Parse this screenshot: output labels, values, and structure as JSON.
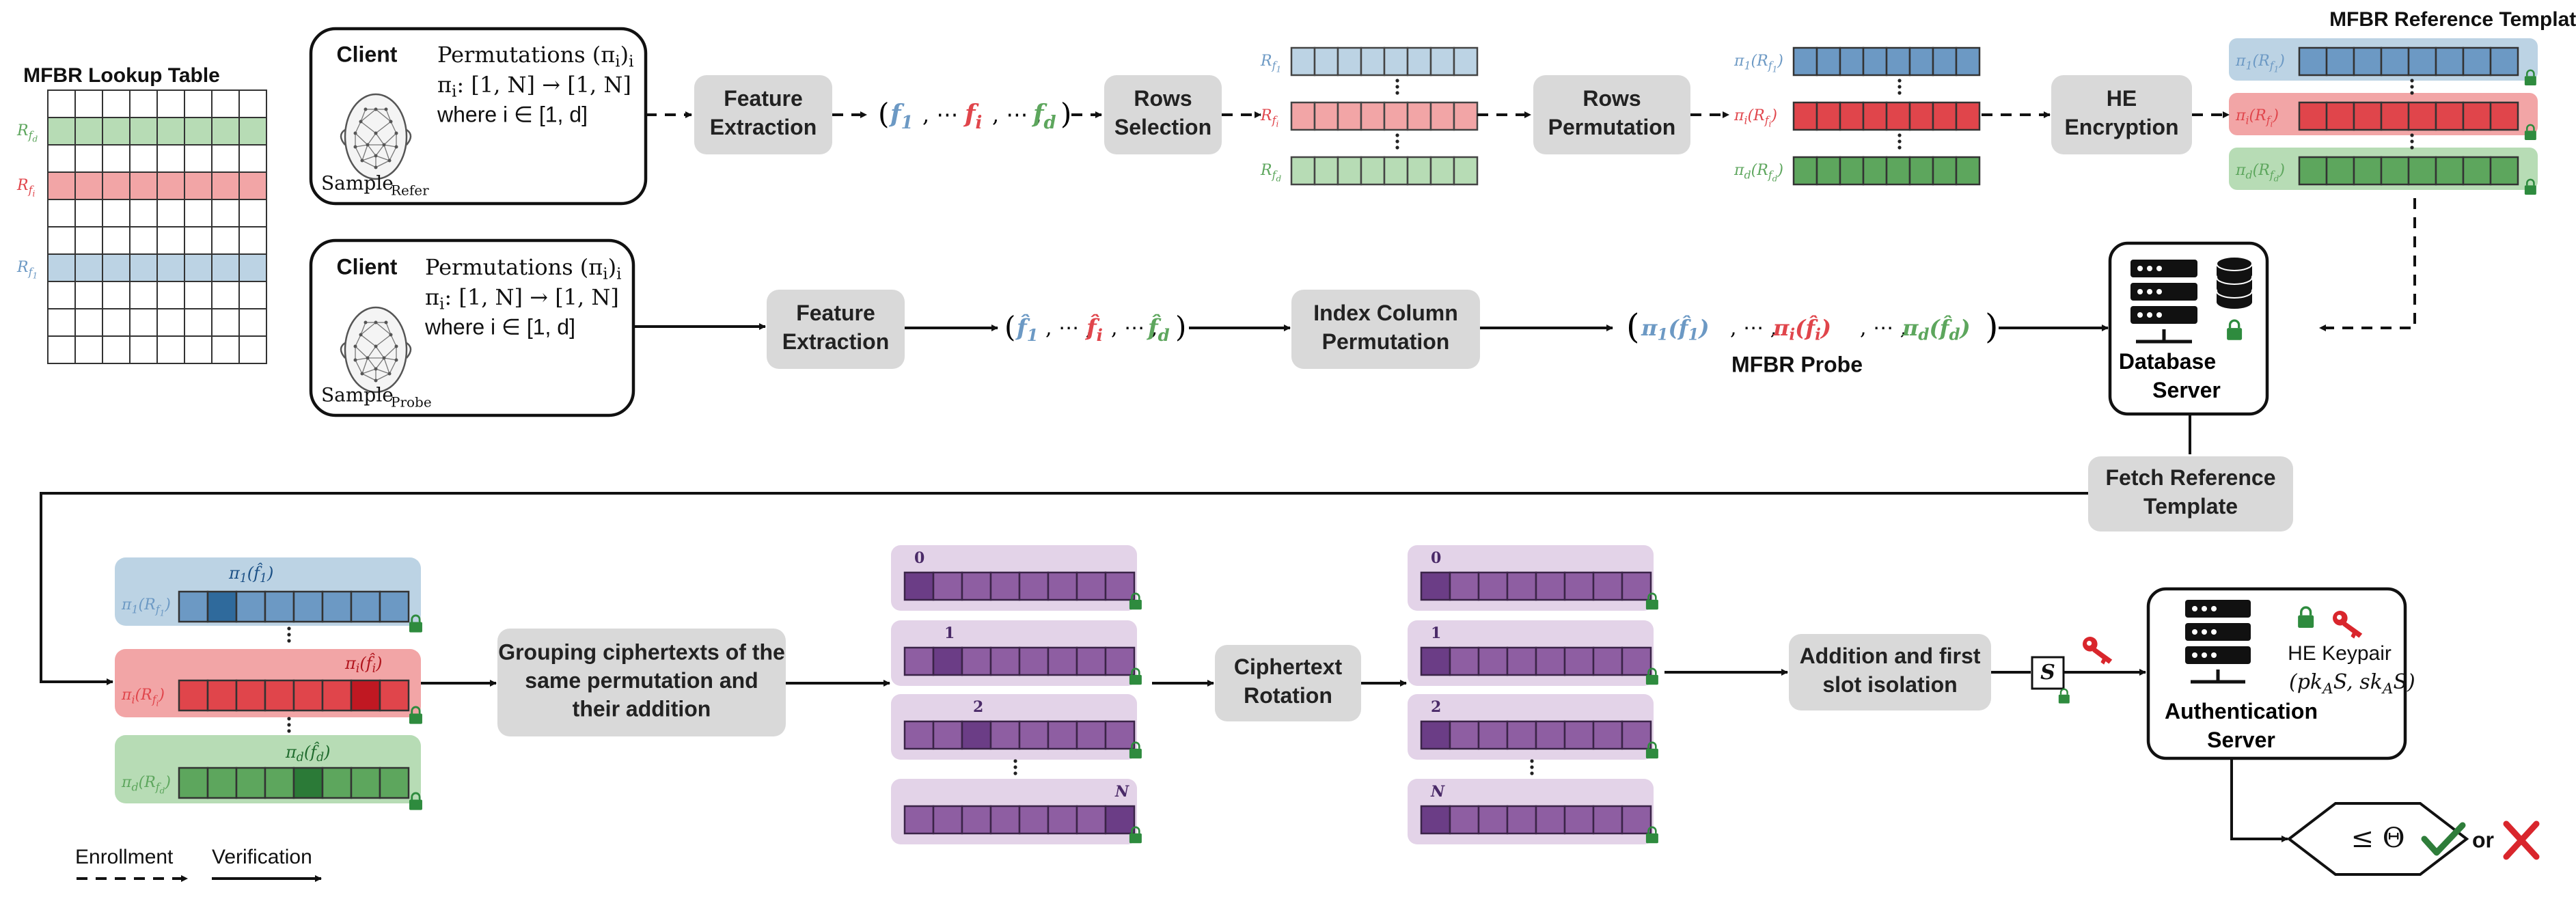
{
  "lookup_table": {
    "title": "MFBR Lookup Table",
    "row_labels": [
      "R_{f_d}",
      "R_{f_i}",
      "R_{f_1}"
    ]
  },
  "colors": {
    "green": "#5da65d",
    "green_light": "#b7dcb5",
    "red": "#e0454b",
    "red_light": "#f2a5a6",
    "blue": "#6c99c4",
    "blue_light": "#bcd3e4",
    "purple": "#8e5ea2",
    "purple_dark": "#6b3d86",
    "purple_bg": "#e3d3e8",
    "box_gray": "#d9d9d9",
    "lock": "#2e8b3e",
    "key": "#d9262c"
  },
  "enroll_client": {
    "title": "Client",
    "lines": [
      "Permutations (π_i)_i",
      "π_i: [1, N] → [1, N]",
      "where i ∈ [1, d]"
    ],
    "sample": "Sample",
    "sample_sub": "Refer"
  },
  "probe_client": {
    "title": "Client",
    "lines": [
      "Permutations (π_i)_i",
      "π_i: [1, N] → [1, N]",
      "where i ∈ [1, d]"
    ],
    "sample": "Sample",
    "sample_sub": "Probe"
  },
  "steps": {
    "feature_extraction": "Feature Extraction",
    "rows_selection": "Rows Selection",
    "rows_permutation": "Rows Permutation",
    "he_encryption": "HE Encryption",
    "index_column_permutation": "Index Column Permutation",
    "fetch_reference_template": "Fetch Reference Template",
    "grouping": "Grouping ciphertexts of the same permutation and their addition",
    "ciphertext_rotation": "Ciphertext Rotation",
    "addition_isolation": "Addition and first slot isolation"
  },
  "enroll_features": [
    "f_1",
    "f_i",
    "f_d"
  ],
  "probe_features": [
    "f̂_1",
    "f̂_i",
    "f̂_d"
  ],
  "row_labels": [
    "R_{f_1}",
    "R_{f_i}",
    "R_{f_d}"
  ],
  "perm_labels": [
    "π_1(R_{f_1})",
    "π_i(R_{f_i})",
    "π_d(R_{f_d})"
  ],
  "reference_template": {
    "title": "MFBR Reference Template"
  },
  "mfbr_probe": {
    "label": "MFBR Probe",
    "terms": [
      "π_1(f̂_1)",
      "π_i(f̂_i)",
      "π_d(f̂_d)"
    ]
  },
  "database_server": {
    "label": "Database Server"
  },
  "grouping_labels": [
    "π_1(f̂_1)",
    "π_i(f̂_i)",
    "π_d(f̂_d)"
  ],
  "rotation_indices": [
    "0",
    "1",
    "2",
    "N"
  ],
  "score_symbol": "S",
  "auth_server": {
    "label": "Authentication Server",
    "keypair_title": "HE Keypair",
    "keypair": "(pk_AS, sk_AS)"
  },
  "decision": {
    "threshold": "≤ Θ",
    "or": "or"
  },
  "legend": {
    "enrollment": "Enrollment",
    "verification": "Verification"
  }
}
